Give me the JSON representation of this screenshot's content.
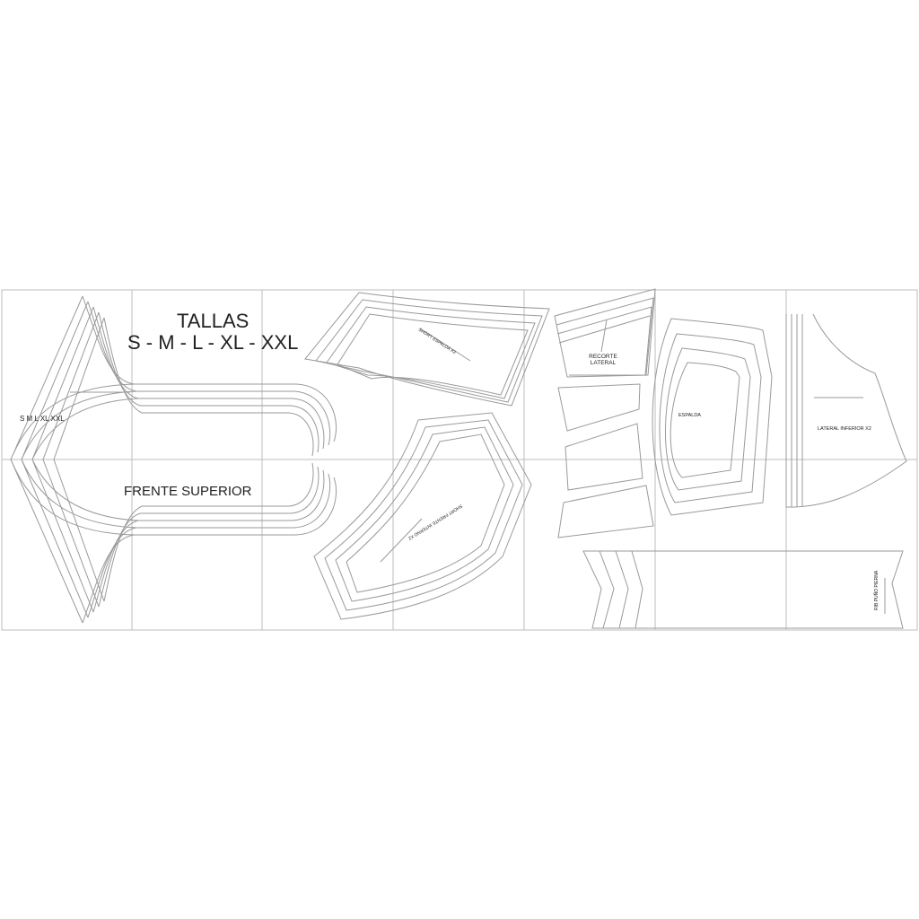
{
  "sheet": {
    "sizes_title": "TALLAS",
    "sizes_list": "S - M - L - XL - XXL",
    "size_legend": "S M L XL XXL",
    "pieces": {
      "frente_superior": "FRENTE SUPERIOR",
      "short_espalda": "SHORT ESPALDA X2",
      "short_frente_interno": "SHORT FRENTE INTERNO X2",
      "recorte_lateral_1": "RECORTE",
      "recorte_lateral_2": "LATERAL",
      "espalda": "ESPALDA",
      "lateral_inferior": "LATERAL INFERIOR X2",
      "rib_puno_pierna": "RIB PUÑO PIERNA"
    }
  }
}
